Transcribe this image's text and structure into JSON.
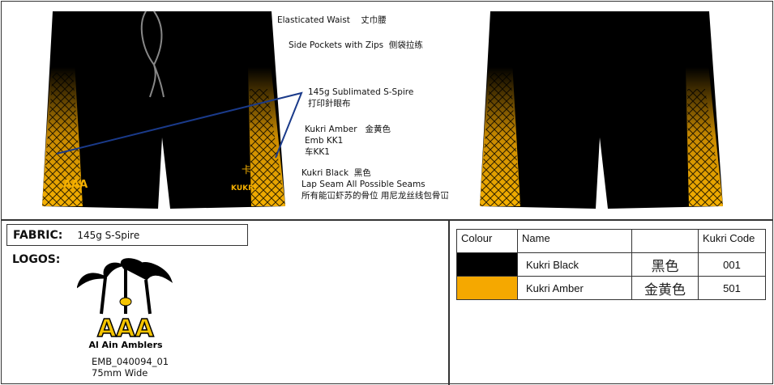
{
  "notes": {
    "waist": "Elasticated Waist",
    "waist_cn": "丈巾腰",
    "pockets": "Side Pockets with Zips",
    "pockets_cn": "侧袋拉练",
    "fabric_note": "145g Sublimated S-Spire",
    "fabric_note_cn": "打印針眼布",
    "amber": "Kukri Amber",
    "amber_cn": "金黄色",
    "emb": "Emb KK1",
    "emb_cn": "车KK1",
    "black": "Kukri Black",
    "black_cn": "黑色",
    "seam": "Lap Seam All Possible Seams",
    "seam_cn": "所有能冚虾苏的骨位 用尼龙丝线包骨冚"
  },
  "shorts": {
    "brand_logo": "KUKRI"
  },
  "fabric": {
    "label": "FABRIC:",
    "value": "145g S-Spire"
  },
  "logos": {
    "label": "LOGOS:",
    "logo_text": "Al Ain Amblers",
    "code": "EMB_040094_01",
    "width": "75mm Wide"
  },
  "colours": {
    "headers": [
      "Colour",
      "Name",
      "",
      "Kukri Code"
    ],
    "rows": [
      {
        "swatch": "#000000",
        "name": "Kukri Black",
        "cn": "黑色",
        "code": "001"
      },
      {
        "swatch": "#f5a800",
        "name": "Kukri Amber",
        "cn": "金黄色",
        "code": "501"
      }
    ]
  }
}
